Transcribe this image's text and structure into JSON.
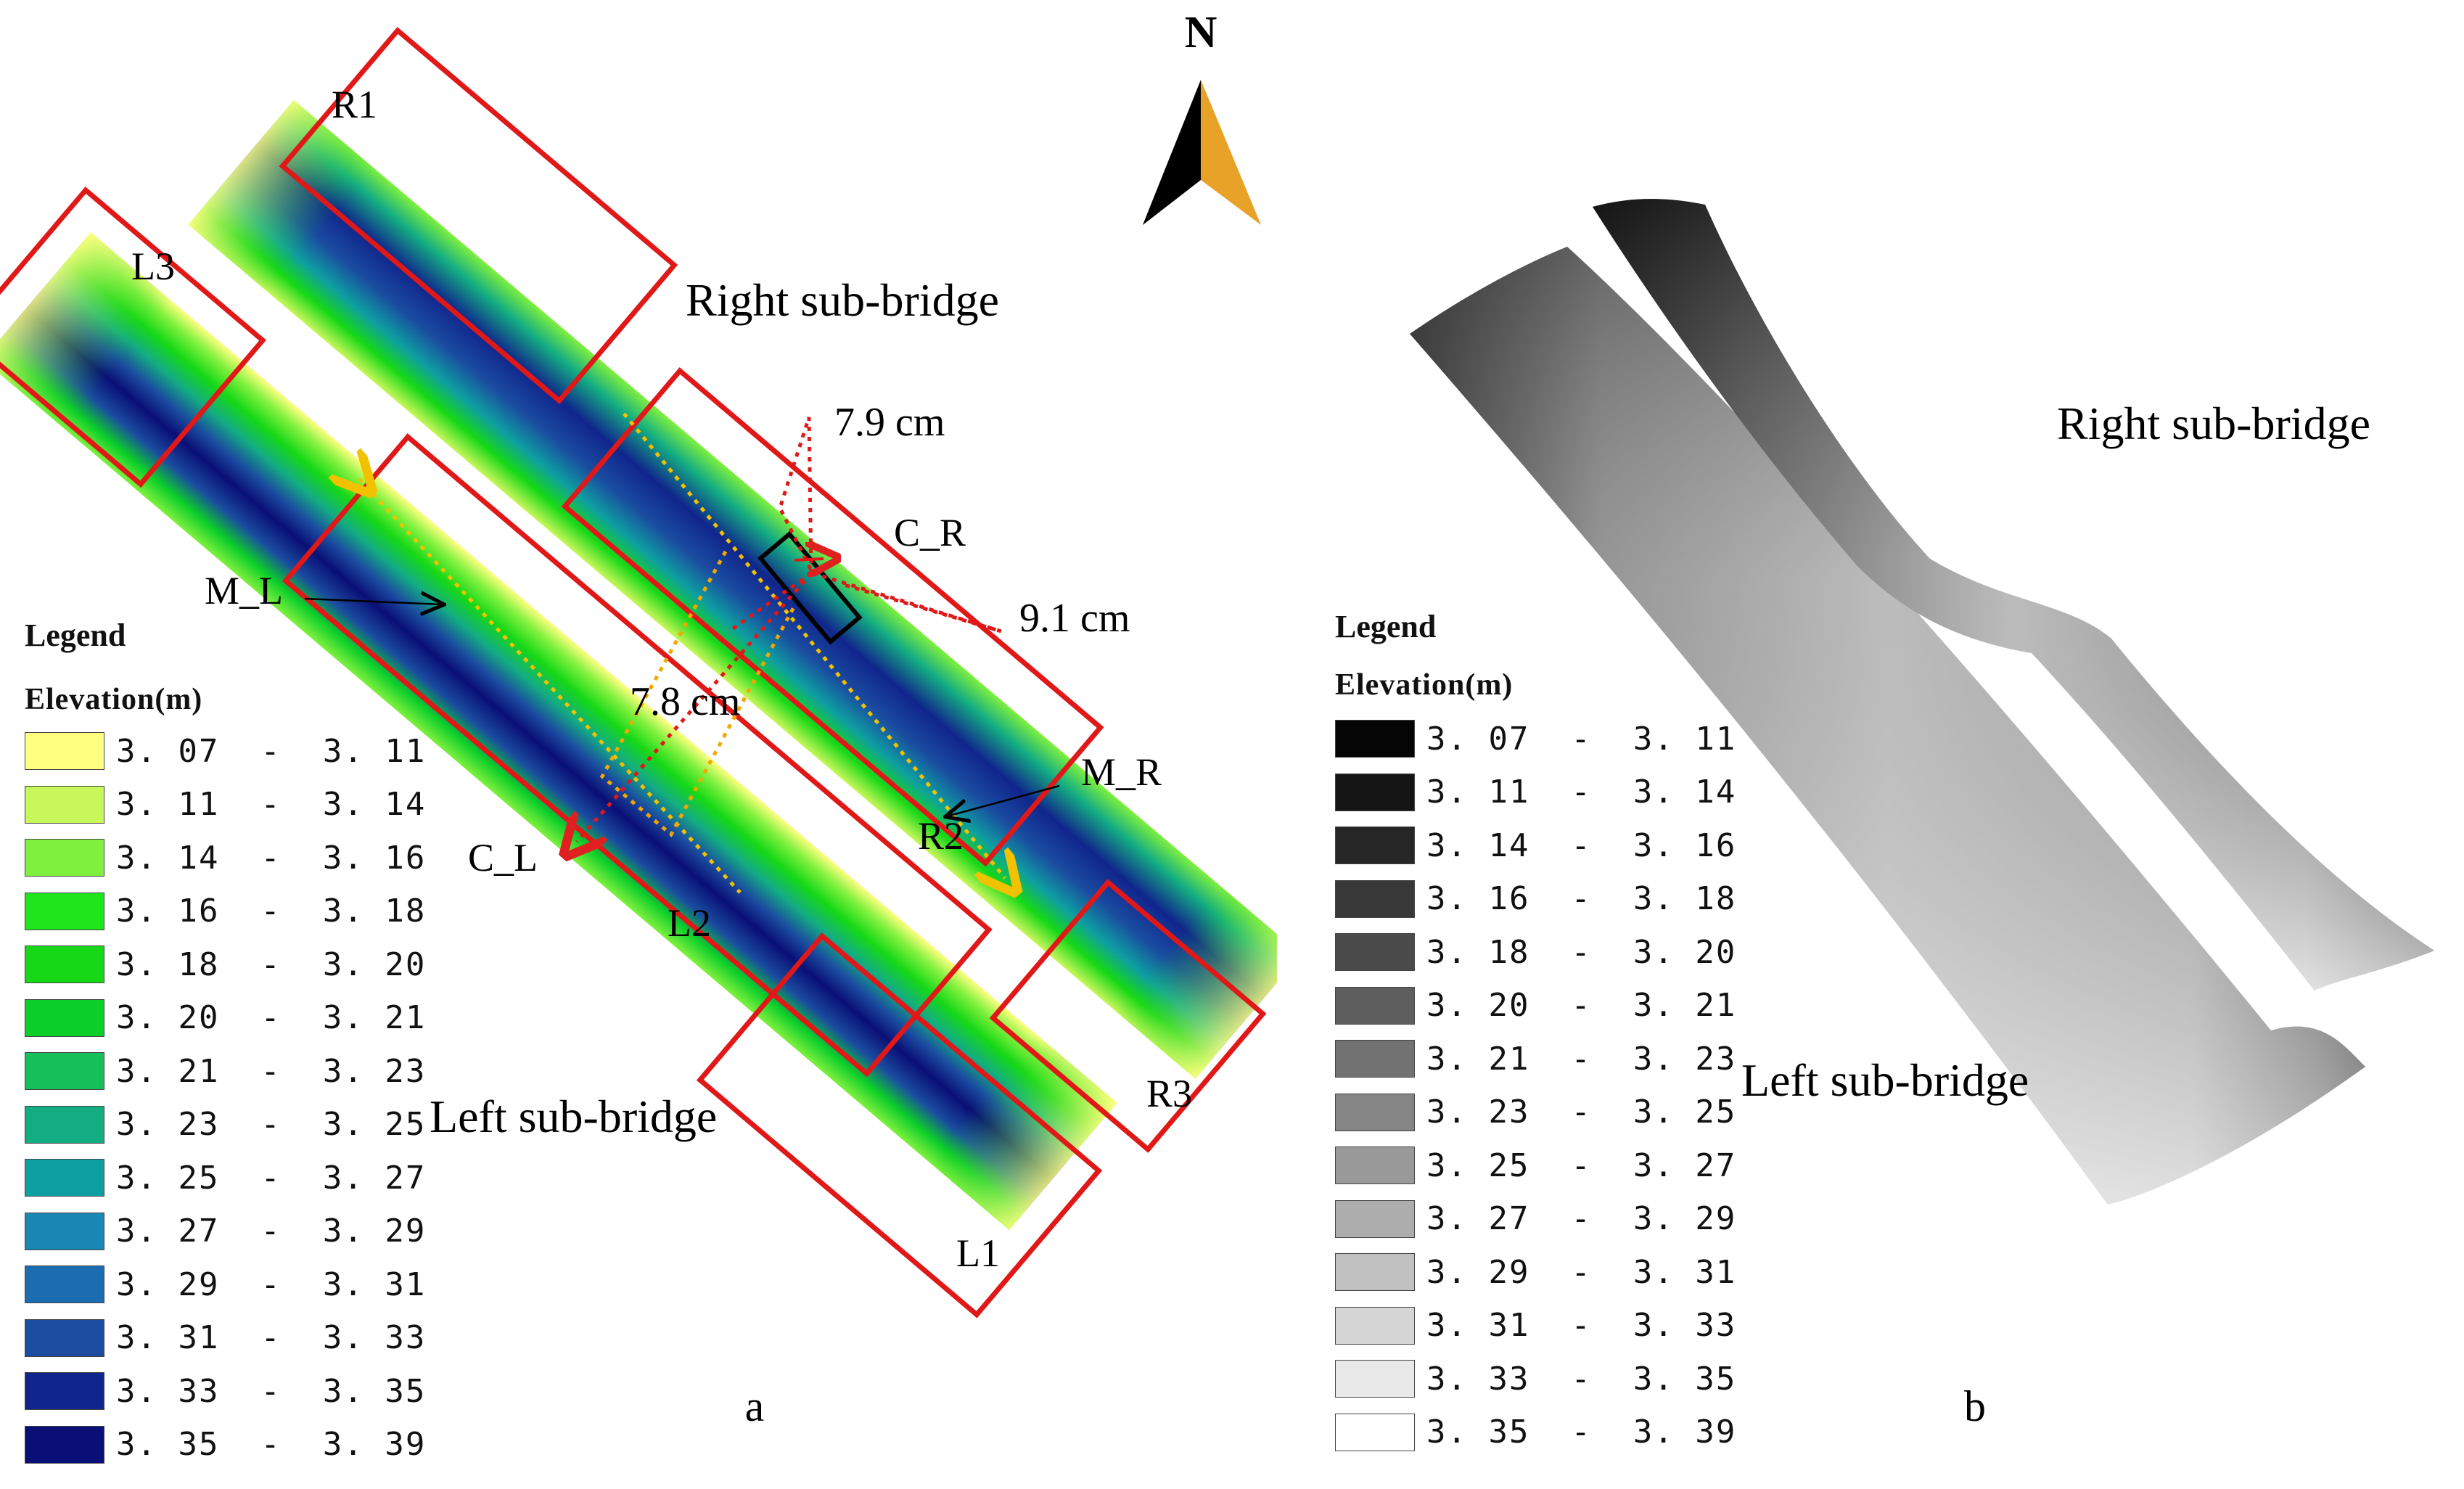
{
  "panel_a": {
    "caption": "a",
    "north_label": "N",
    "labels": {
      "right_sub_bridge": "Right sub-bridge",
      "left_sub_bridge": "Left sub-bridge",
      "r1": "R1",
      "r2": "R2",
      "r3": "R3",
      "l1": "L1",
      "l2": "L2",
      "l3": "L3",
      "c_r": "C_R",
      "c_l": "C_L",
      "m_r": "M_R",
      "m_l": "M_L"
    },
    "measurements": {
      "m1": "7.9 cm",
      "m2": "9.1 cm",
      "m3": "7.8 cm"
    },
    "legend": {
      "title": "Legend",
      "subtitle": "Elevation(m)",
      "items": [
        {
          "label": "3. 07  -  3. 11",
          "color": "#ffff80"
        },
        {
          "label": "3. 11  -  3. 14",
          "color": "#c8f75a"
        },
        {
          "label": "3. 14  -  3. 16",
          "color": "#7ff03e"
        },
        {
          "label": "3. 16  -  3. 18",
          "color": "#1fe61a"
        },
        {
          "label": "3. 18  -  3. 20",
          "color": "#16d816"
        },
        {
          "label": "3. 20  -  3. 21",
          "color": "#0ccf2a"
        },
        {
          "label": "3. 21  -  3. 23",
          "color": "#16bf5a"
        },
        {
          "label": "3. 23  -  3. 25",
          "color": "#13ad82"
        },
        {
          "label": "3. 25  -  3. 27",
          "color": "#0e9fa1"
        },
        {
          "label": "3. 27  -  3. 29",
          "color": "#1a88b5"
        },
        {
          "label": "3. 29  -  3. 31",
          "color": "#1b6cb0"
        },
        {
          "label": "3. 31  -  3. 33",
          "color": "#1a4ca0"
        },
        {
          "label": "3. 33  -  3. 35",
          "color": "#10258c"
        },
        {
          "label": "3. 35  -  3. 39",
          "color": "#0a0f75"
        }
      ]
    }
  },
  "panel_b": {
    "caption": "b",
    "labels": {
      "right_sub_bridge": "Right sub-bridge",
      "left_sub_bridge": "Left sub-bridge"
    },
    "legend": {
      "title": "Legend",
      "subtitle": "Elevation(m)",
      "items": [
        {
          "label": "3. 07  -  3. 11",
          "color": "#050505"
        },
        {
          "label": "3. 11  -  3. 14",
          "color": "#151515"
        },
        {
          "label": "3. 14  -  3. 16",
          "color": "#262626"
        },
        {
          "label": "3. 16  -  3. 18",
          "color": "#383838"
        },
        {
          "label": "3. 18  -  3. 20",
          "color": "#4b4b4b"
        },
        {
          "label": "3. 20  -  3. 21",
          "color": "#5e5e5e"
        },
        {
          "label": "3. 21  -  3. 23",
          "color": "#727272"
        },
        {
          "label": "3. 23  -  3. 25",
          "color": "#858585"
        },
        {
          "label": "3. 25  -  3. 27",
          "color": "#999999"
        },
        {
          "label": "3. 27  -  3. 29",
          "color": "#adadad"
        },
        {
          "label": "3. 29  -  3. 31",
          "color": "#c1c1c1"
        },
        {
          "label": "3. 31  -  3. 33",
          "color": "#d5d5d5"
        },
        {
          "label": "3. 33  -  3. 35",
          "color": "#e9e9e9"
        },
        {
          "label": "3. 35  -  3. 39",
          "color": "#ffffff"
        }
      ]
    }
  }
}
